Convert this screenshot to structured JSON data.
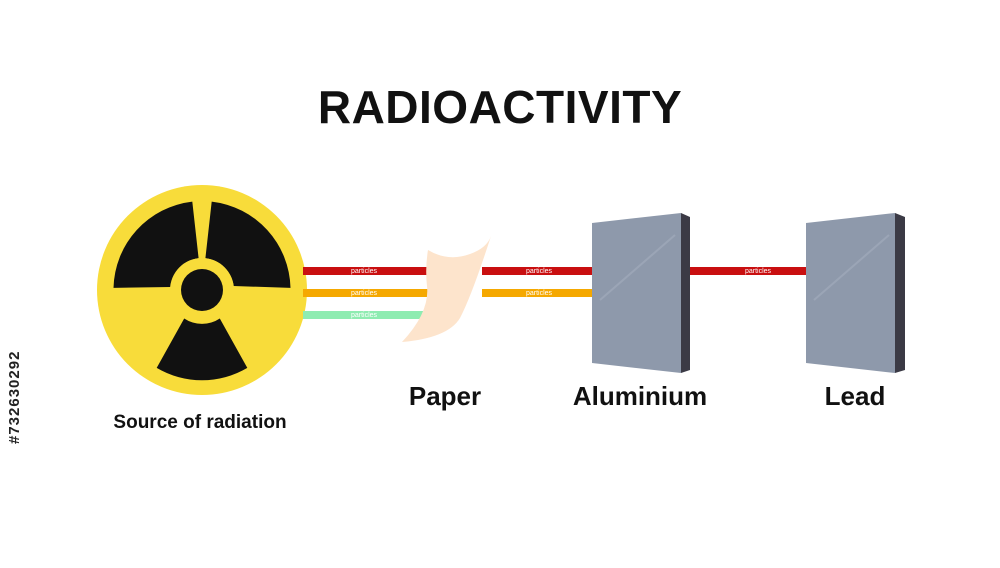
{
  "title": "RADIOACTIVITY",
  "source_label": "Source of radiation",
  "barriers": {
    "paper": "Paper",
    "aluminium": "Aluminium",
    "lead": "Lead"
  },
  "beam_label": "particles",
  "beams": [
    {
      "color": "#c90f10",
      "stops_at": "lead"
    },
    {
      "color": "#f5a800",
      "stops_at": "aluminium"
    },
    {
      "color": "#8eecb1",
      "stops_at": "paper"
    }
  ],
  "colors": {
    "symbol_yellow": "#f8dc3a",
    "symbol_black": "#111111",
    "paper": "#fde4cc",
    "metal": "#8e99ab",
    "metal_edge": "#3b3a45"
  },
  "watermark_text": "#732630292"
}
